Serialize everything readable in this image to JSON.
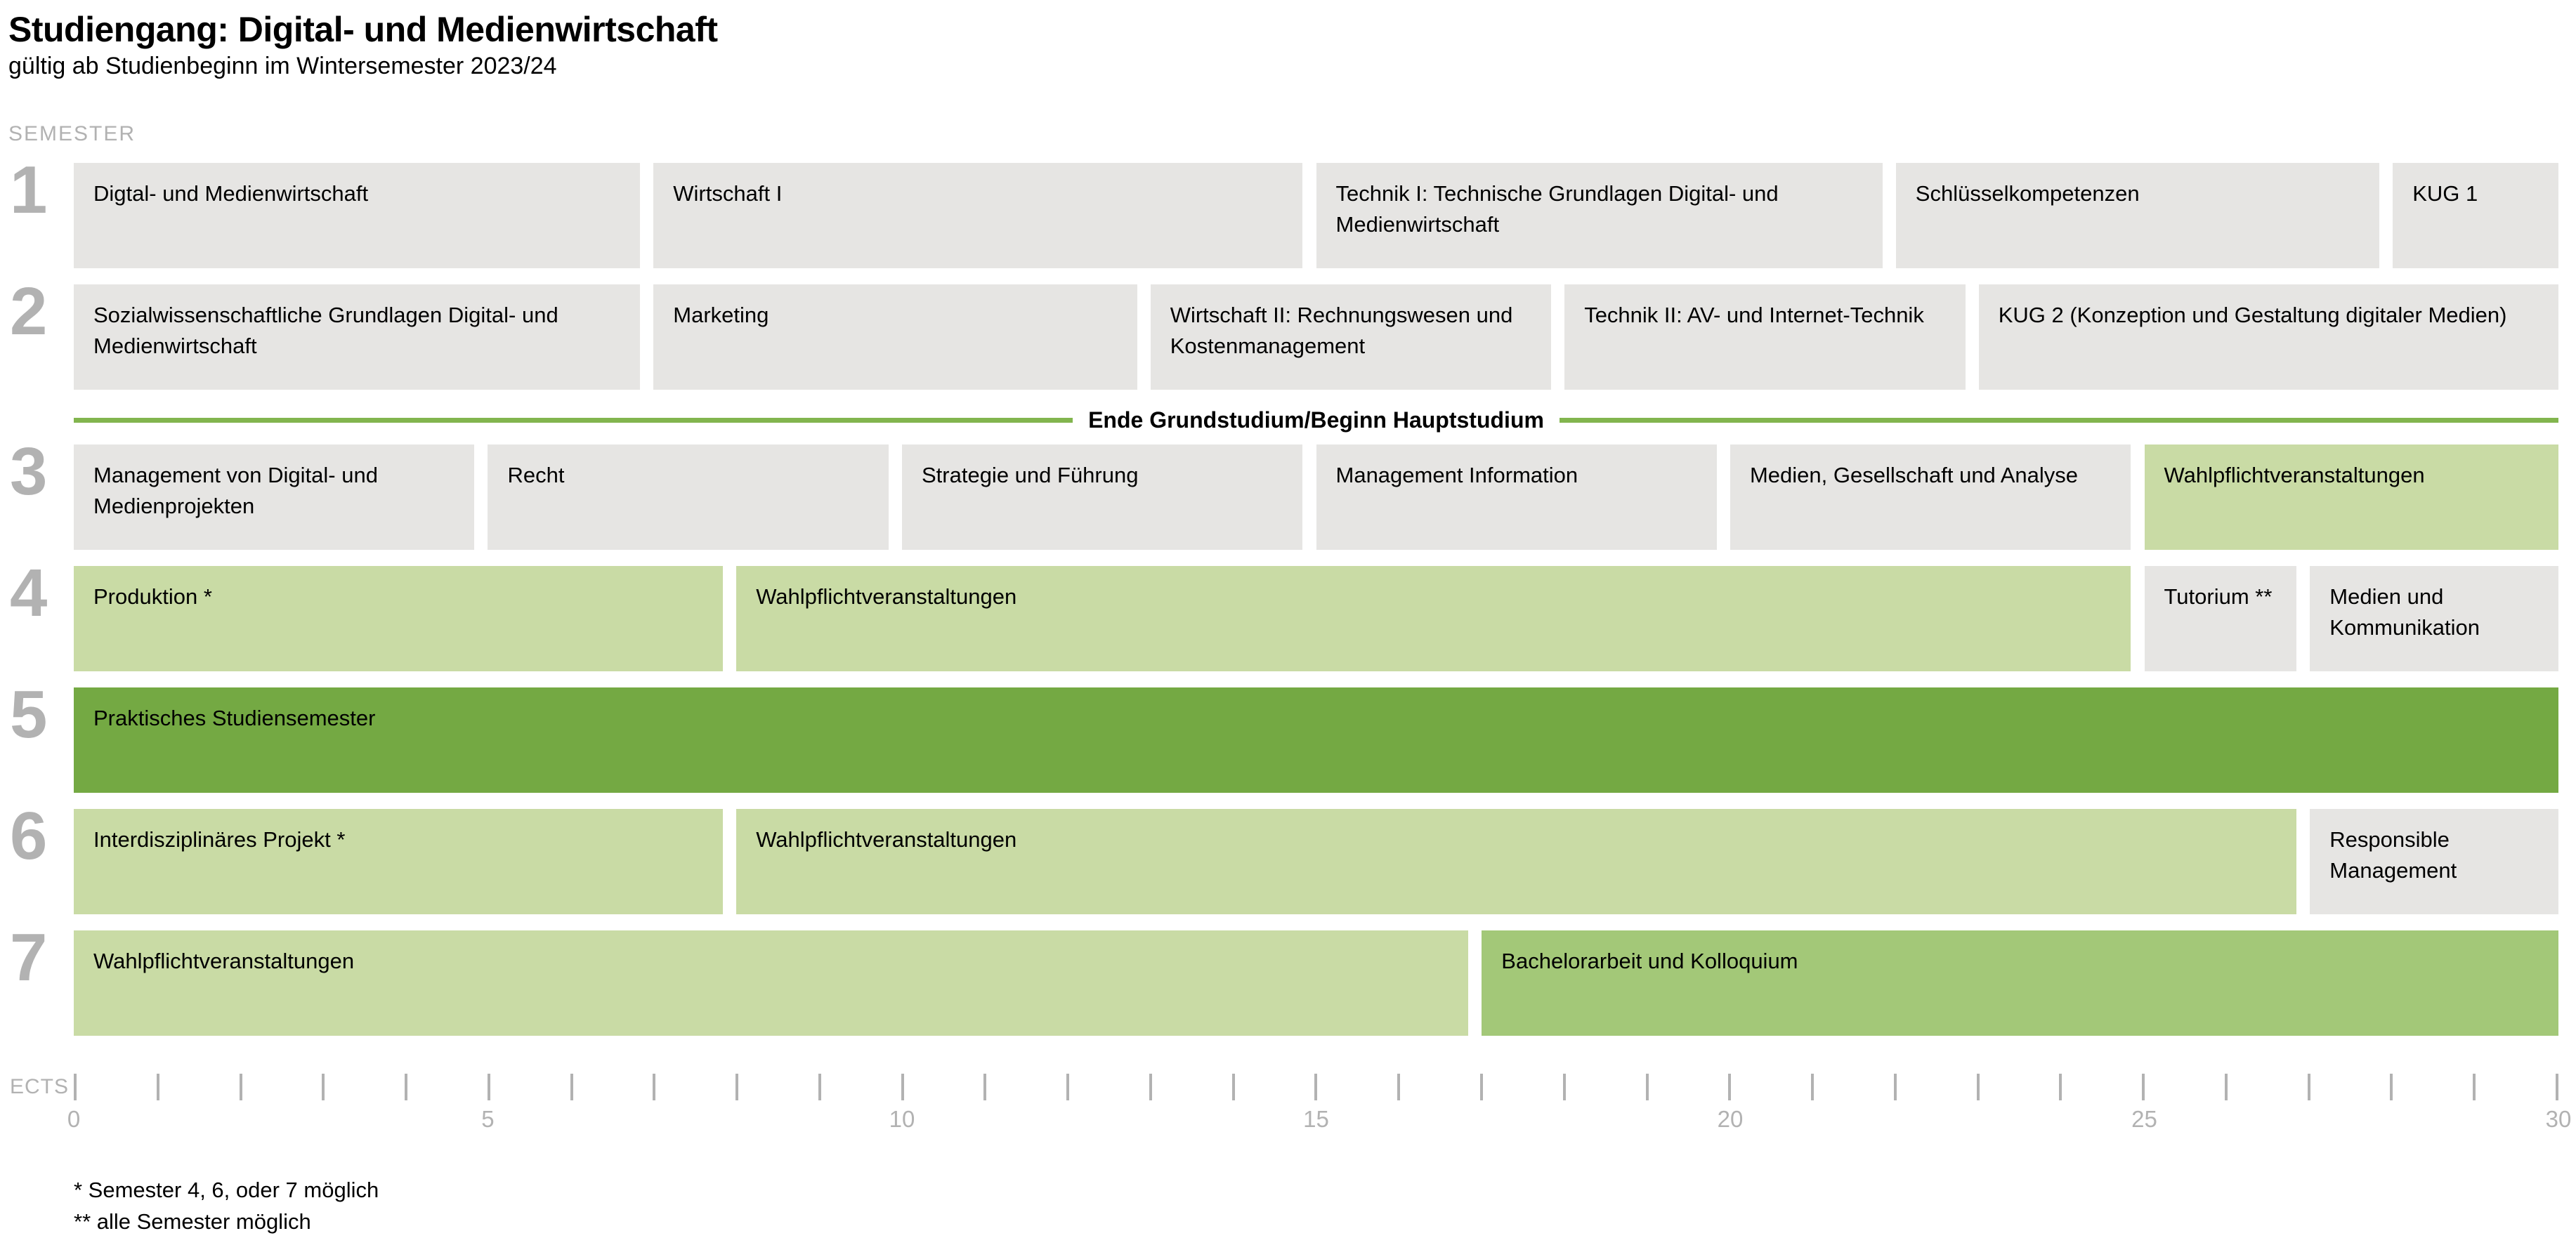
{
  "header": {
    "title": "Studiengang: Digital- und Medienwirtschaft",
    "subtitle": "gültig ab Studienbeginn im Wintersemester 2023/24"
  },
  "labels": {
    "semester_axis": "SEMESTER"
  },
  "colors": {
    "gray": "#e6e5e3",
    "light_green": "#c9dba5",
    "medium_green": "#a3c878",
    "dark_green": "#74a943",
    "divider_green": "#82b54e",
    "muted_gray": "#b2b2b2"
  },
  "divider": {
    "label": "Ende Grundstudium/Beginn Hauptstudium",
    "after_semester": "2"
  },
  "ects_total": 30,
  "semesters": [
    {
      "number": "1",
      "blocks": [
        {
          "label": "Digtal- und Medienwirtschaft",
          "ects": 7,
          "type": "gray"
        },
        {
          "label": "Wirtschaft I",
          "ects": 8,
          "type": "gray"
        },
        {
          "label": "Technik I: Technische Grundlagen Digital- und Medienwirtschaft",
          "ects": 7,
          "type": "gray"
        },
        {
          "label": "Schlüsselkompetenzen",
          "ects": 6,
          "type": "gray"
        },
        {
          "label": "KUG 1",
          "ects": 2,
          "type": "gray"
        }
      ]
    },
    {
      "number": "2",
      "blocks": [
        {
          "label": "Sozialwissenschaftliche Grundlagen Digital- und Medienwirtschaft",
          "ects": 7,
          "type": "gray"
        },
        {
          "label": "Marketing",
          "ects": 6,
          "type": "gray"
        },
        {
          "label": "Wirtschaft II: Rechnungswesen und Kostenmanagement",
          "ects": 5,
          "type": "gray"
        },
        {
          "label": "Technik II: AV- und Internet-Technik",
          "ects": 5,
          "type": "gray"
        },
        {
          "label": "KUG 2 (Konzeption und Gestaltung digitaler Medien)",
          "ects": 7,
          "type": "gray"
        }
      ]
    },
    {
      "number": "3",
      "blocks": [
        {
          "label": "Management von Digital- und Medienprojekten",
          "ects": 5,
          "type": "gray"
        },
        {
          "label": "Recht",
          "ects": 5,
          "type": "gray"
        },
        {
          "label": "Strategie und Führung",
          "ects": 5,
          "type": "gray"
        },
        {
          "label": "Management Information",
          "ects": 5,
          "type": "gray"
        },
        {
          "label": "Medien, Gesellschaft und Analyse",
          "ects": 5,
          "type": "gray"
        },
        {
          "label": "Wahlpflichtveranstaltungen",
          "ects": 5,
          "type": "light_green"
        }
      ]
    },
    {
      "number": "4",
      "blocks": [
        {
          "label": "Produktion *",
          "ects": 8,
          "type": "light_green"
        },
        {
          "label": "Wahlpflichtveranstaltungen",
          "ects": 17,
          "type": "light_green"
        },
        {
          "label": "Tutorium **",
          "ects": 2,
          "type": "gray"
        },
        {
          "label": "Medien und Kommunikation",
          "ects": 3,
          "type": "gray"
        }
      ]
    },
    {
      "number": "5",
      "blocks": [
        {
          "label": "Praktisches Studiensemester",
          "ects": 30,
          "type": "dark_green"
        }
      ]
    },
    {
      "number": "6",
      "blocks": [
        {
          "label": "Interdisziplinäres Projekt *",
          "ects": 8,
          "type": "light_green"
        },
        {
          "label": "Wahlpflichtveranstaltungen",
          "ects": 19,
          "type": "light_green"
        },
        {
          "label": "Responsible Management",
          "ects": 3,
          "type": "gray"
        }
      ]
    },
    {
      "number": "7",
      "blocks": [
        {
          "label": "Wahlpflichtveranstaltungen",
          "ects": 17,
          "type": "light_green"
        },
        {
          "label": "Bachelorarbeit und Kolloquium",
          "ects": 13,
          "type": "medium_green"
        }
      ]
    }
  ],
  "ects_axis": {
    "label": "ECTS",
    "min": 0,
    "max": 30,
    "tick_step": 1,
    "tick_labels": [
      "0",
      "5",
      "10",
      "15",
      "20",
      "25",
      "30"
    ]
  },
  "footnotes": [
    "* Semester 4, 6, oder 7 möglich",
    "** alle Semester möglich"
  ]
}
